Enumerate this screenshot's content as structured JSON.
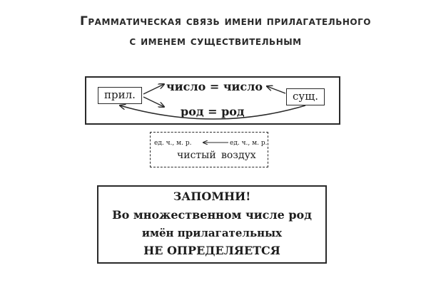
{
  "title": {
    "line1": "Грамматическая связь имени прилагательного",
    "line2": "с именем существительным"
  },
  "diagram": {
    "adjective": "прил.",
    "noun": "сущ.",
    "number_relation": "число = число",
    "gender_relation": "род = род"
  },
  "example": {
    "adjective_grammar": "ед. ч., м. р.",
    "noun_grammar": "ед. ч., м. р.",
    "adjective": "чистый",
    "noun": "воздух"
  },
  "remember": {
    "heading": "ЗАПОМНИ!",
    "line1": "Во множественном числе род",
    "line2": "имён прилагательных",
    "line3": "НЕ ОПРЕДЕЛЯЕТСЯ"
  }
}
